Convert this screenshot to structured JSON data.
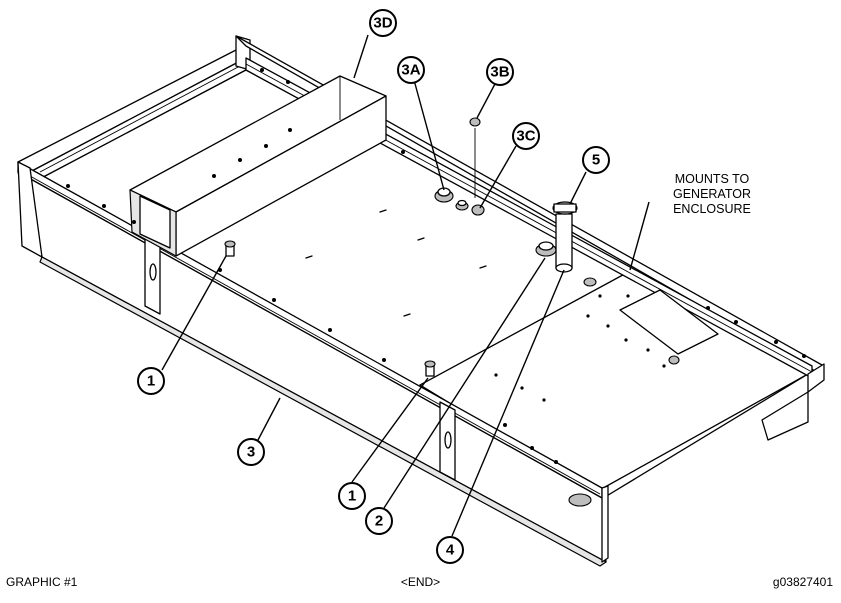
{
  "callouts": {
    "c1a": "1",
    "c1b": "1",
    "c2": "2",
    "c3": "3",
    "c3a": "3A",
    "c3b": "3B",
    "c3c": "3C",
    "c3d": "3D",
    "c4": "4",
    "c5": "5"
  },
  "note": {
    "line1": "MOUNTS TO",
    "line2": "GENERATOR",
    "line3": "ENCLOSURE"
  },
  "footer": {
    "left": "GRAPHIC  #1",
    "center": "<END>",
    "right": "g03827401"
  }
}
